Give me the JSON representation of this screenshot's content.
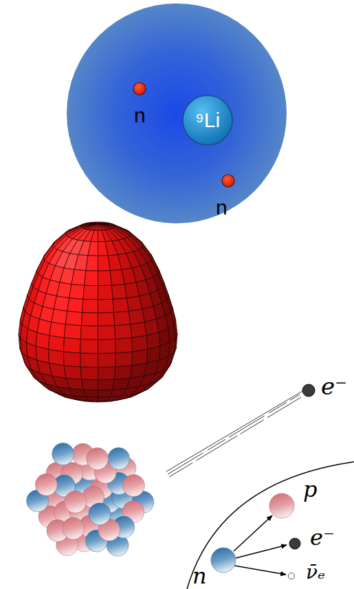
{
  "diagram": {
    "nodes": [
      {
        "text": [
          "⁹Li"
        ]
      }
    ],
    "labels": [
      "n",
      "n",
      "e⁻",
      "p",
      "e⁻",
      "ν̄ₑ",
      "n"
    ]
  }
}
